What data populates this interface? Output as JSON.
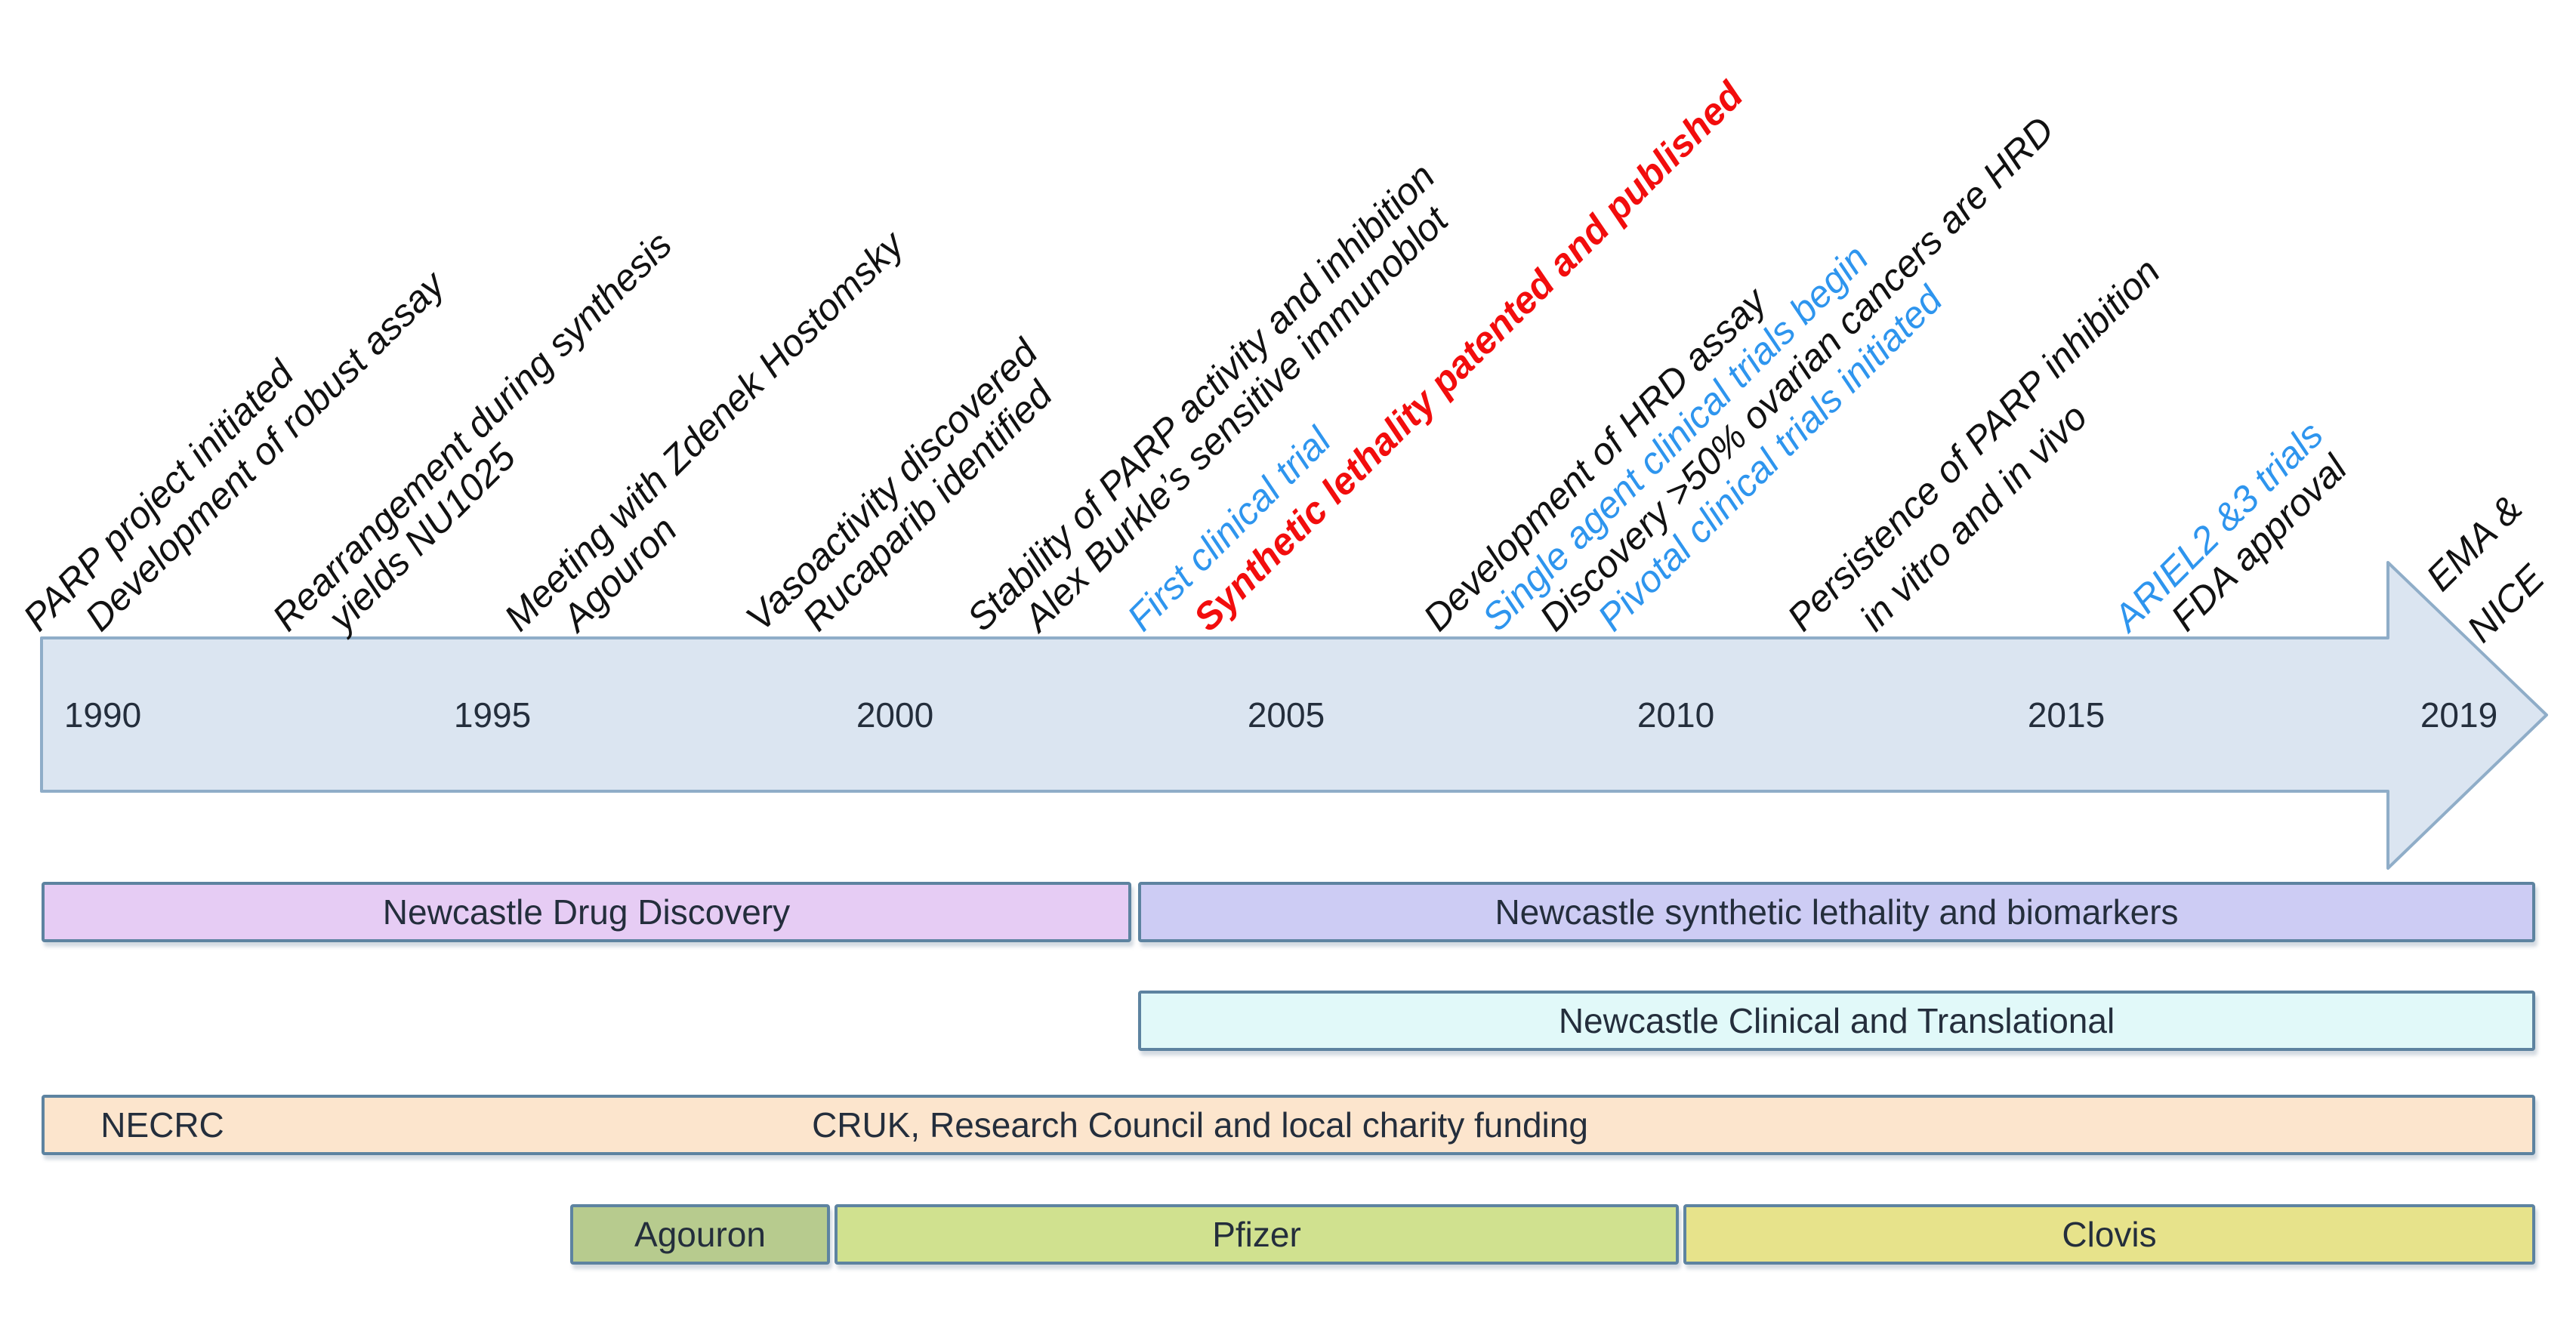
{
  "figure": {
    "kind": "timeline-diagram",
    "subject": "PARP inhibitor development history"
  },
  "colors": {
    "arrow_fill": "#dbe5f1",
    "arrow_border": "#8fadc8",
    "bar_border": "#5d83a0",
    "text_dark": "#242e3c",
    "event_black": "#111111",
    "event_blue": "#2e95ee",
    "event_red": "#f20d0d"
  },
  "timeline": {
    "years": [
      "1990",
      "1995",
      "2000",
      "2005",
      "2010",
      "2015",
      "2019"
    ],
    "events": [
      {
        "text": "PARP project initiated",
        "color": "#111111",
        "weight": "normal"
      },
      {
        "text": "Development of robust assay",
        "color": "#111111",
        "weight": "normal"
      },
      {
        "text": "Rearrangement during synthesis",
        "color": "#111111",
        "weight": "normal"
      },
      {
        "text": "yields NU1025",
        "color": "#111111",
        "weight": "normal"
      },
      {
        "text": "Meeting with Zdenek Hostomsky",
        "color": "#111111",
        "weight": "normal"
      },
      {
        "text": "Agouron",
        "color": "#111111",
        "weight": "normal"
      },
      {
        "text": "Vasoactivity discovered",
        "color": "#111111",
        "weight": "normal"
      },
      {
        "text": "Rucaparib identified",
        "color": "#111111",
        "weight": "normal"
      },
      {
        "text": "Stability of PARP activity and inhibition",
        "color": "#111111",
        "weight": "normal"
      },
      {
        "text": "Alex Burkle’s sensitive immunoblot",
        "color": "#111111",
        "weight": "normal"
      },
      {
        "text": "First clinical trial",
        "color": "#2e95ee",
        "weight": "normal"
      },
      {
        "text": "Synthetic lethality patented and published",
        "color": "#f20d0d",
        "weight": "bold"
      },
      {
        "text": "Development of HRD assay",
        "color": "#111111",
        "weight": "normal"
      },
      {
        "text": "Single agent clinical trials begin",
        "color": "#2e95ee",
        "weight": "normal"
      },
      {
        "text": "Discovery >50% ovarian cancers are HRD",
        "color": "#111111",
        "weight": "normal"
      },
      {
        "text": "Pivotal clinical trials initiated",
        "color": "#2e95ee",
        "weight": "normal"
      },
      {
        "text": "Persistence of PARP inhibition",
        "color": "#111111",
        "weight": "normal"
      },
      {
        "text": "in vitro and in vivo",
        "color": "#111111",
        "weight": "normal"
      },
      {
        "text": "ARIEL2 &3 trials",
        "color": "#2e95ee",
        "weight": "normal"
      },
      {
        "text": "FDA approval",
        "color": "#111111",
        "weight": "normal"
      },
      {
        "text": "EMA &",
        "color": "#111111",
        "weight": "normal"
      },
      {
        "text": "NICE",
        "color": "#111111",
        "weight": "normal"
      }
    ]
  },
  "bars": {
    "drug_discovery": {
      "label": "Newcastle Drug Discovery",
      "fill": "#e6ccf4"
    },
    "synthetic_lethality": {
      "label": "Newcastle synthetic lethality and biomarkers",
      "fill": "#cdccf4"
    },
    "clinical_translational": {
      "label": "Newcastle Clinical and Translational",
      "fill": "#e1f9f9"
    },
    "funding": {
      "left_label": "NECRC",
      "label": "CRUK, Research Council and local charity funding",
      "fill": "#fce5cd"
    },
    "agouron": {
      "label": "Agouron",
      "fill": "#b7cb8e"
    },
    "pfizer": {
      "label": "Pfizer",
      "fill": "#d0e18f"
    },
    "clovis": {
      "label": "Clovis",
      "fill": "#e7e38b"
    }
  }
}
